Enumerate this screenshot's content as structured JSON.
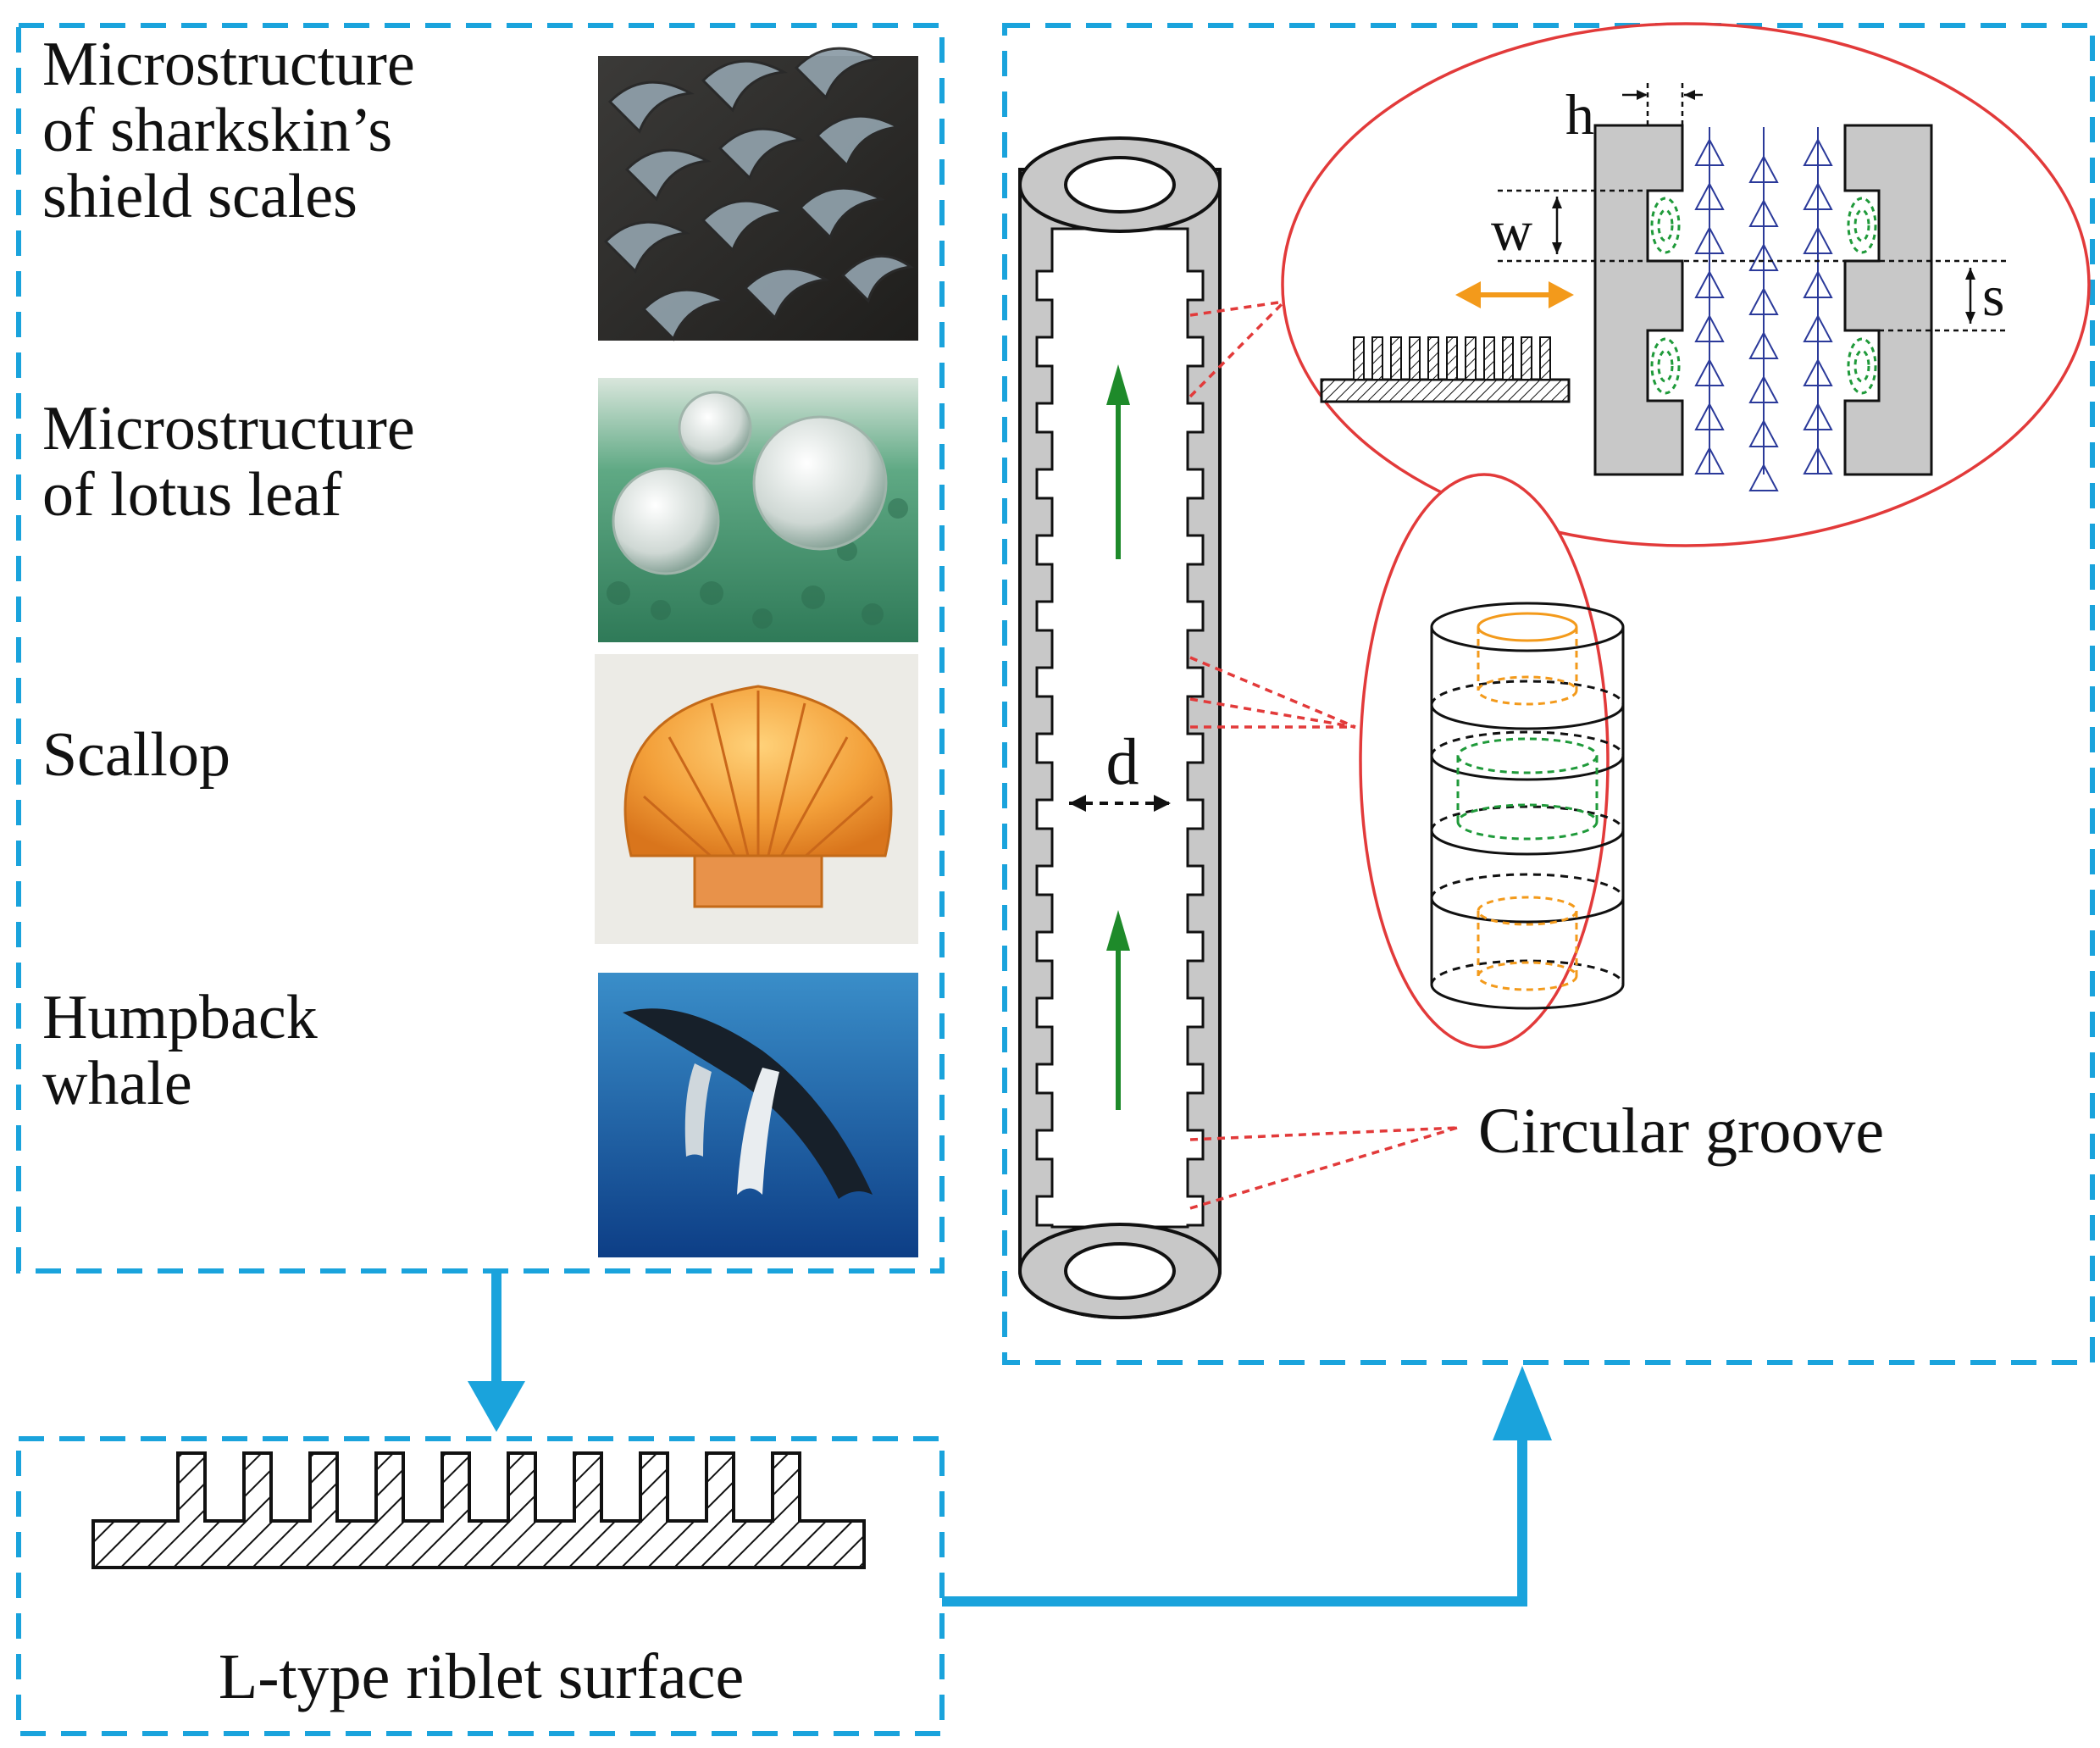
{
  "bio_examples": [
    {
      "label": "Microstructure\nof sharkskin’s\nshield scales",
      "image": "sharkskin-scales-photo"
    },
    {
      "label": "Microstructure\nof lotus leaf",
      "image": "lotus-leaf-droplets-photo"
    },
    {
      "label": "Scallop",
      "image": "scallop-shell-photo"
    },
    {
      "label": "Humpback\nwhale",
      "image": "humpback-whale-photo"
    }
  ],
  "riblet": {
    "label": "L-type riblet surface"
  },
  "pipe": {
    "diameter_label": "d",
    "groove_label": "Circular groove"
  },
  "detail": {
    "h_label": "h",
    "w_label": "w",
    "s_label": "s"
  },
  "colors": {
    "dash_frame": "#1aa3dc",
    "connector_arrow": "#1aa3dc",
    "callout": "#e23a3a",
    "flow_arrow": "#1e8a2a",
    "orange": "#f39a1b",
    "vortex": "#1f9a3a",
    "streamline": "#2b3a9a",
    "pipe_wall": "#c8c8c8"
  }
}
